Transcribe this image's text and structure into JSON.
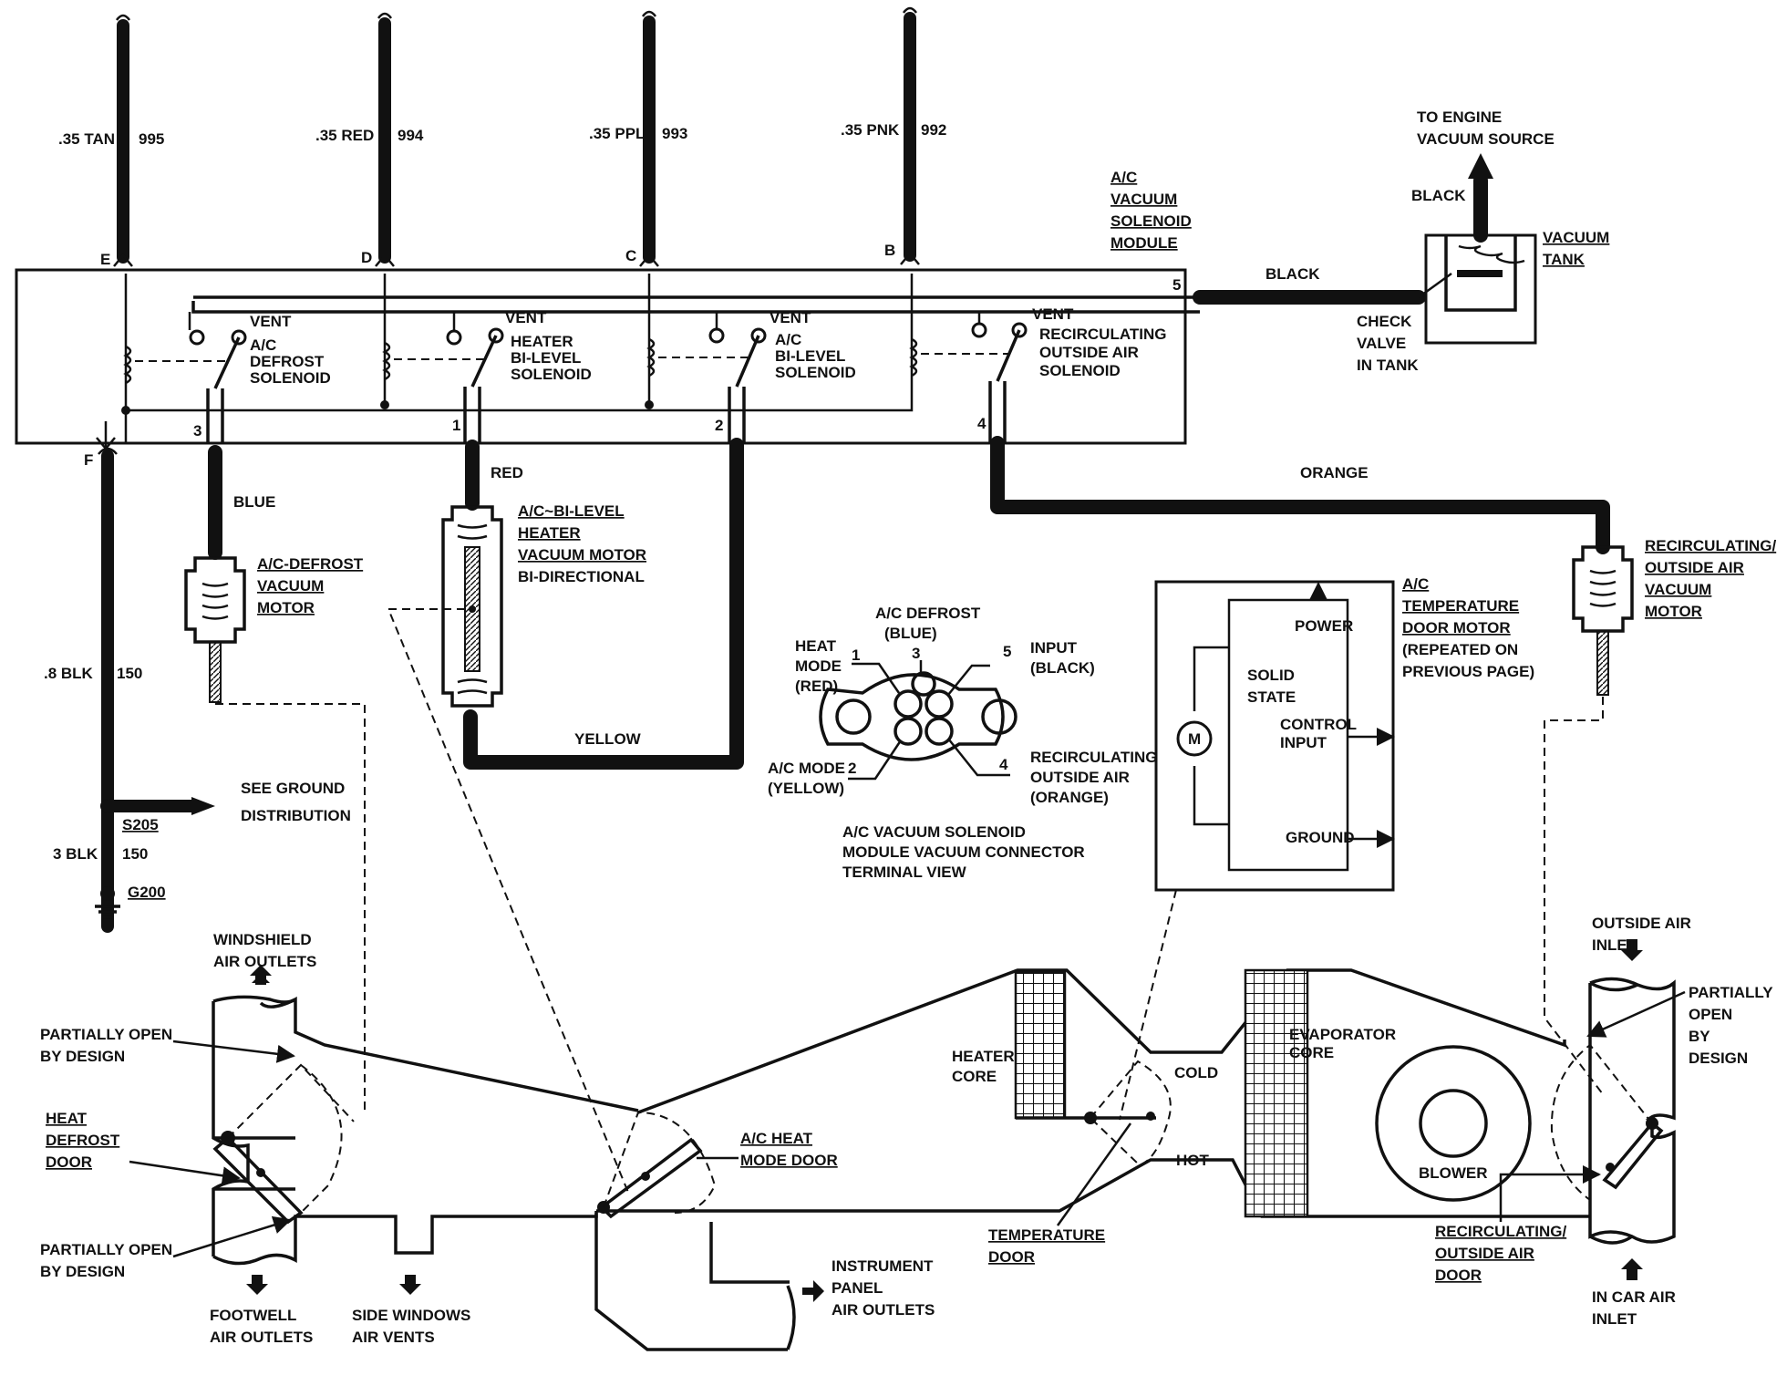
{
  "wires": [
    {
      "gauge": ".35 TAN",
      "circuit": "995",
      "terminal": "E"
    },
    {
      "gauge": ".35 RED",
      "circuit": "994",
      "terminal": "D"
    },
    {
      "gauge": ".35 PPL",
      "circuit": "993",
      "terminal": "C"
    },
    {
      "gauge": ".35 PNK",
      "circuit": "992",
      "terminal": "B"
    }
  ],
  "ground": {
    "terminal": "F",
    "wire1_gauge": ".8 BLK",
    "wire1_circuit": "150",
    "wire2_gauge": "3 BLK",
    "wire2_circuit": "150",
    "splice": "S205",
    "ground_point": "G200",
    "see_line1": "SEE GROUND",
    "see_line2": "DISTRIBUTION"
  },
  "module": {
    "line1": "A/C",
    "line2": "VACUUM",
    "line3": "SOLENOID",
    "line4": "MODULE",
    "port5": "5",
    "ports": [
      "3",
      "1",
      "2",
      "4"
    ],
    "vent": "VENT",
    "solenoids": [
      [
        "A/C",
        "DEFROST",
        "SOLENOID"
      ],
      [
        "HEATER",
        "BI-LEVEL",
        "SOLENOID"
      ],
      [
        "A/C",
        "BI-LEVEL",
        "SOLENOID"
      ],
      [
        "RECIRCULATING",
        "OUTSIDE AIR",
        "SOLENOID"
      ]
    ]
  },
  "vacuum_tank": {
    "to_engine1": "TO ENGINE",
    "to_engine2": "VACUUM SOURCE",
    "black_upper": "BLACK",
    "black_hose": "BLACK",
    "tank1": "VACUUM",
    "tank2": "TANK",
    "check1": "CHECK",
    "check2": "VALVE",
    "check3": "IN TANK"
  },
  "hoses": {
    "blue": "BLUE",
    "red": "RED",
    "yellow": "YELLOW",
    "orange": "ORANGE"
  },
  "motors": {
    "defrost": [
      "A/C-DEFROST",
      "VACUUM",
      "MOTOR"
    ],
    "bilevel": [
      "A/C~BI-LEVEL",
      "HEATER",
      "VACUUM MOTOR",
      "BI-DIRECTIONAL"
    ],
    "recirc": [
      "RECIRCULATING/",
      "OUTSIDE AIR",
      "VACUUM",
      "MOTOR"
    ]
  },
  "connector": {
    "title": "A/C DEFROST",
    "title2": "(BLUE)",
    "pin3": "3",
    "heat1": "HEAT",
    "heat2": "MODE",
    "heat3": "(RED)",
    "pin1": "1",
    "input1": "INPUT",
    "input2": "(BLACK)",
    "pin5": "5",
    "acmode1": "A/C MODE",
    "acmode2": "(YELLOW)",
    "pin2": "2",
    "recirc1": "RECIRCULATING",
    "recirc2": "OUTSIDE AIR",
    "recirc3": "(ORANGE)",
    "pin4": "4",
    "caption1": "A/C VACUUM SOLENOID",
    "caption2": "MODULE VACUUM CONNECTOR",
    "caption3": "TERMINAL VIEW"
  },
  "temp_motor": {
    "power": "POWER",
    "solid1": "SOLID",
    "solid2": "STATE",
    "control1": "CONTROL",
    "control2": "INPUT",
    "ground": "GROUND",
    "m": "M",
    "label1": "A/C",
    "label2": "TEMPERATURE",
    "label3": "DOOR MOTOR",
    "label4": "(REPEATED ON",
    "label5": "PREVIOUS PAGE)"
  },
  "airflow": {
    "windshield1": "WINDSHIELD",
    "windshield2": "AIR OUTLETS",
    "partial_top1": "PARTIALLY OPEN",
    "partial_top2": "BY DESIGN",
    "heat_defrost1": "HEAT",
    "heat_defrost2": "DEFROST",
    "heat_defrost3": "DOOR",
    "partial_bot1": "PARTIALLY OPEN",
    "partial_bot2": "BY DESIGN",
    "footwell1": "FOOTWELL",
    "footwell2": "AIR OUTLETS",
    "side1": "SIDE WINDOWS",
    "side2": "AIR VENTS",
    "ac_heat1": "A/C HEAT",
    "ac_heat2": "MODE DOOR",
    "panel1": "INSTRUMENT",
    "panel2": "PANEL",
    "panel3": "AIR OUTLETS",
    "heater1": "HEATER",
    "heater2": "CORE",
    "cold": "COLD",
    "hot": "HOT",
    "temp_door1": "TEMPERATURE",
    "temp_door2": "DOOR",
    "evap1": "EVAPORATOR",
    "evap2": "CORE",
    "blower": "BLOWER",
    "recirc_door1": "RECIRCULATING/",
    "recirc_door2": "OUTSIDE AIR",
    "recirc_door3": "DOOR",
    "outside1": "OUTSIDE AIR",
    "outside2": "INLET",
    "partial_r1": "PARTIALLY",
    "partial_r2": "OPEN",
    "partial_r3": "BY",
    "partial_r4": "DESIGN",
    "incar1": "IN CAR AIR",
    "incar2": "INLET"
  }
}
